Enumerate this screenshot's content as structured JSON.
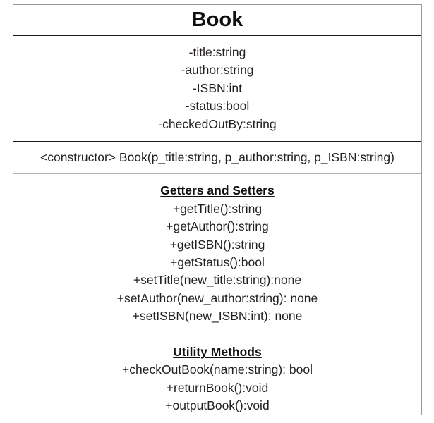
{
  "diagram": {
    "type": "uml-class-diagram",
    "colors": {
      "border": "#9a9a9e",
      "divider_strong": "#1a1a1a",
      "divider_light": "#b4b4b8",
      "text": "#231f20",
      "background": "#ffffff"
    },
    "class": {
      "name": "Book",
      "attributes": [
        "-title:string",
        "-author:string",
        "-ISBN:int",
        "-status:bool",
        "-checkedOutBy:string"
      ],
      "constructors": [
        "<constructor> Book(p_title:string, p_author:string, p_ISBN:string)"
      ],
      "operation_groups": [
        {
          "heading": "Getters and Setters",
          "operations": [
            "+getTitle():string",
            "+getAuthor():string",
            "+getISBN():string",
            "+getStatus():bool",
            "+setTitle(new_title:string):none",
            "+setAuthor(new_author:string): none",
            "+setISBN(new_ISBN:int): none"
          ]
        },
        {
          "heading": "Utility Methods",
          "operations": [
            "+checkOutBook(name:string): bool",
            "+returnBook():void",
            "+outputBook():void"
          ]
        }
      ]
    }
  }
}
